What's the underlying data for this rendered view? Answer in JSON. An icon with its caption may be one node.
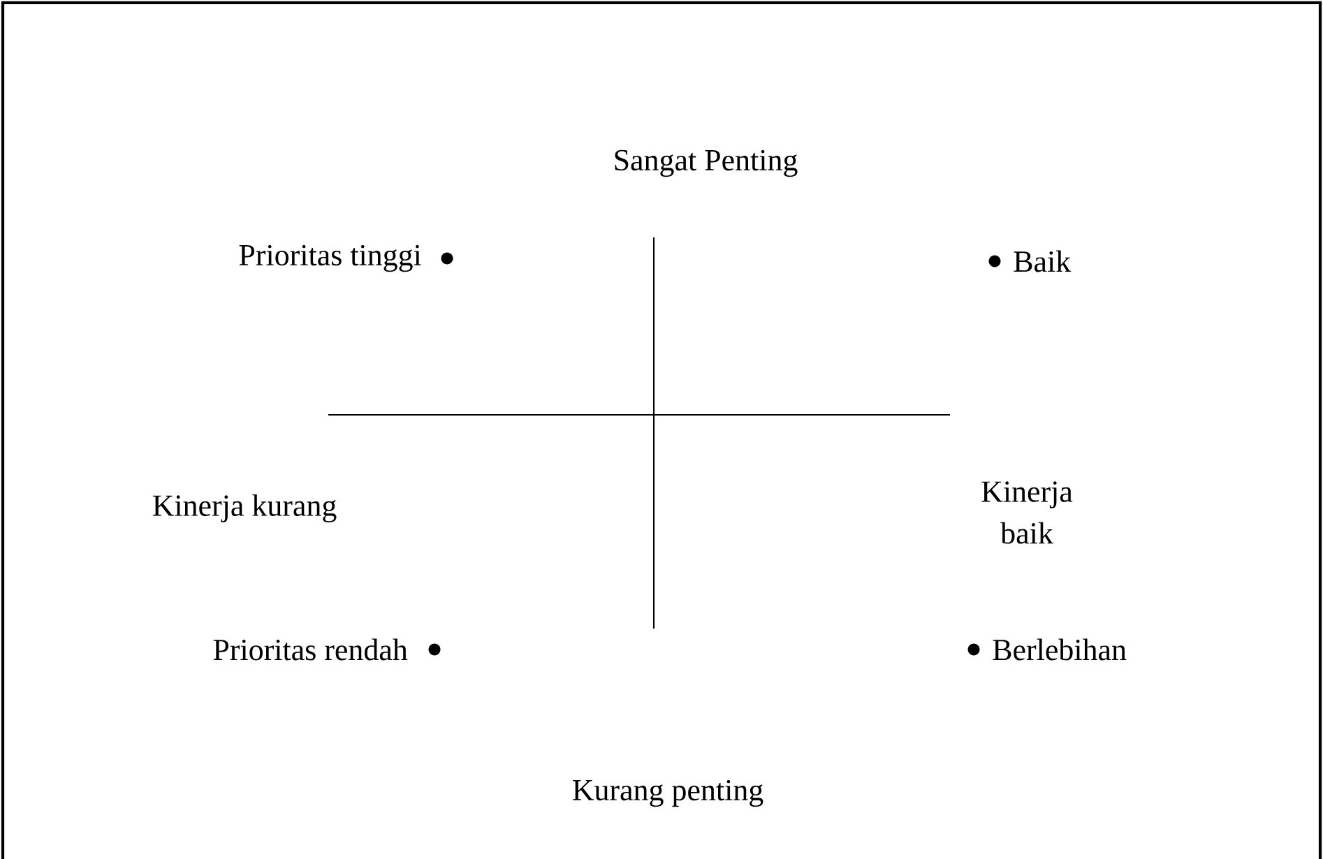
{
  "diagram": {
    "labels": [
      "Sangat Penting",
      "Prioritas tinggi",
      "Baik",
      "Kinerja kurang",
      "Kinerja baik",
      "Prioritas rendah",
      "Berlebihan",
      "Kurang penting"
    ]
  }
}
